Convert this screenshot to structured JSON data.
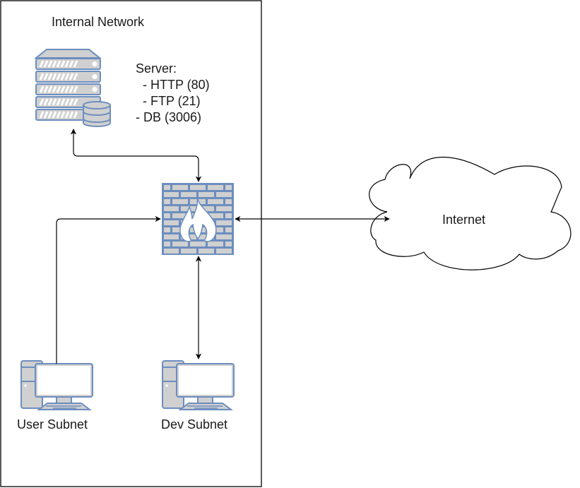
{
  "diagram": {
    "container": {
      "label": "Internal Network"
    },
    "server": {
      "label_title": "Server:",
      "services": [
        "  - HTTP (80)",
        "  - FTP (21)",
        "- DB (3006)"
      ]
    },
    "firewall": {
      "label": ""
    },
    "internet": {
      "label": "Internet"
    },
    "user_subnet": {
      "label": "User Subnet"
    },
    "dev_subnet": {
      "label": "Dev Subnet"
    },
    "connections": [
      {
        "from": "firewall",
        "to": "server",
        "direction": "bidirectional"
      },
      {
        "from": "user_subnet",
        "to": "firewall",
        "direction": "to-firewall"
      },
      {
        "from": "firewall",
        "to": "internet",
        "direction": "bidirectional"
      },
      {
        "from": "firewall",
        "to": "dev_subnet",
        "direction": "bidirectional"
      }
    ],
    "colors": {
      "icon_stroke": "#6c8ebf",
      "icon_fill": "#d0d0d0",
      "icon_white": "#ffffff",
      "line": "#000000"
    }
  }
}
